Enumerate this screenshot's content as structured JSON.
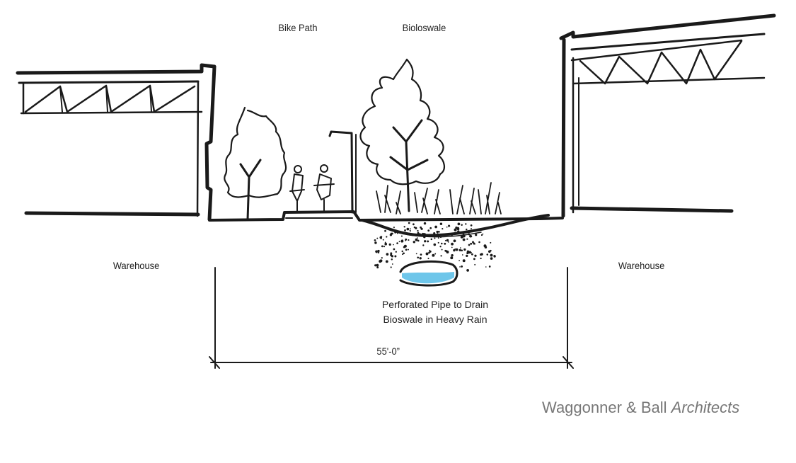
{
  "labels": {
    "bike_path": "Bike Path",
    "bioswale": "Bioloswale",
    "warehouse_left": "Warehouse",
    "warehouse_right": "Warehouse",
    "pipe_line1": "Perforated Pipe to Drain",
    "pipe_line2": "Bioswale in Heavy Rain",
    "dimension": "55'-0”"
  },
  "credit": {
    "firm": "Waggonner & Ball",
    "discipline": "Architects"
  },
  "colors": {
    "ink": "#1a1a1a",
    "water": "#6ec6ea",
    "credit_text": "#777777"
  }
}
